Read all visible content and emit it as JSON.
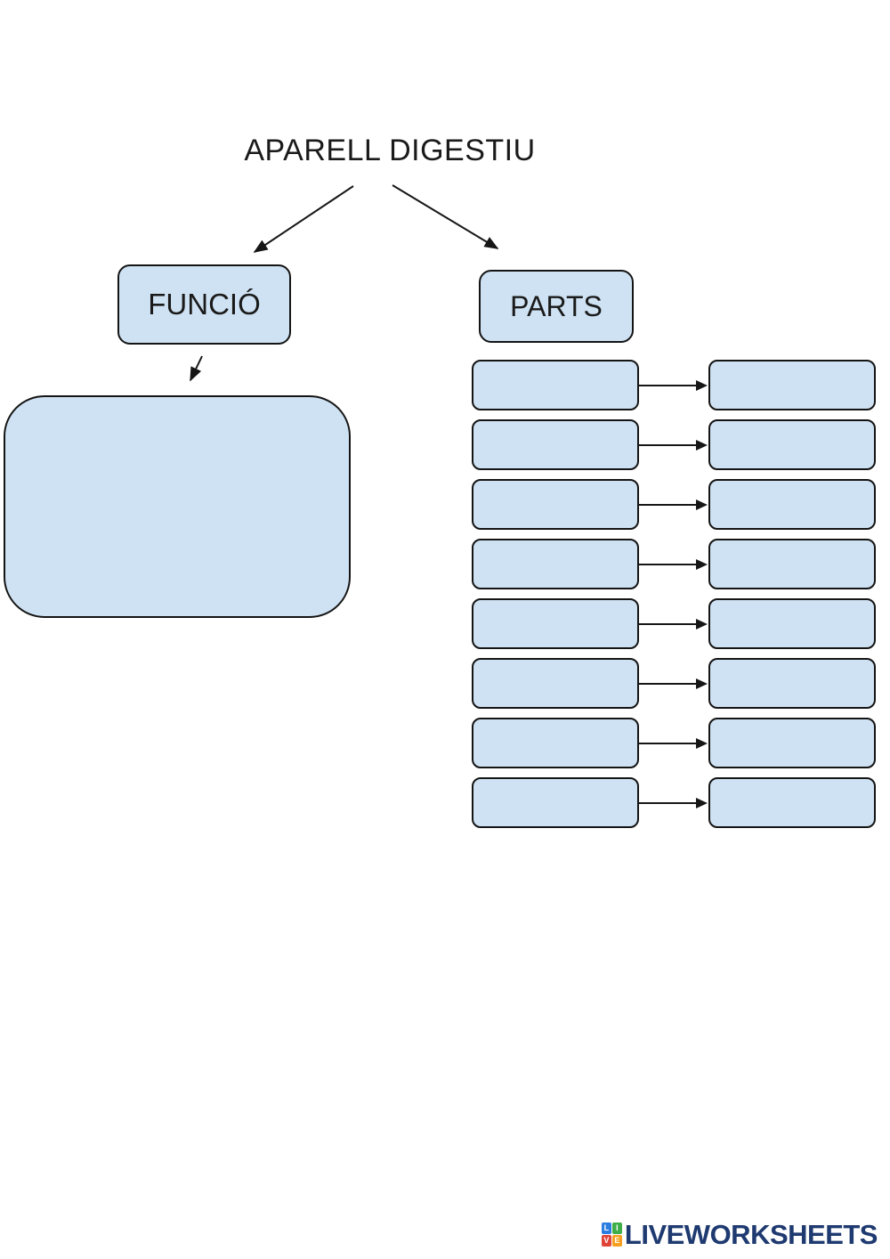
{
  "title": "APARELL DIGESTIU",
  "funcio_box": {
    "label": "FUNCIÓ"
  },
  "parts_box": {
    "label": "PARTS"
  },
  "parts_pairs": 8,
  "colors": {
    "box_fill": "#cfe2f3",
    "box_border": "#141414",
    "text": "#1a1a1a",
    "arrow": "#161616",
    "logo_blue": "#1e3a70",
    "page_bg": "#ffffff"
  },
  "logo": {
    "text": "LIVEWORKSHEETS",
    "grid": [
      {
        "letter": "L",
        "color": "#2b7de0"
      },
      {
        "letter": "I",
        "color": "#3fae49"
      },
      {
        "letter": "V",
        "color": "#e04438"
      },
      {
        "letter": "E",
        "color": "#f6a020"
      }
    ]
  }
}
